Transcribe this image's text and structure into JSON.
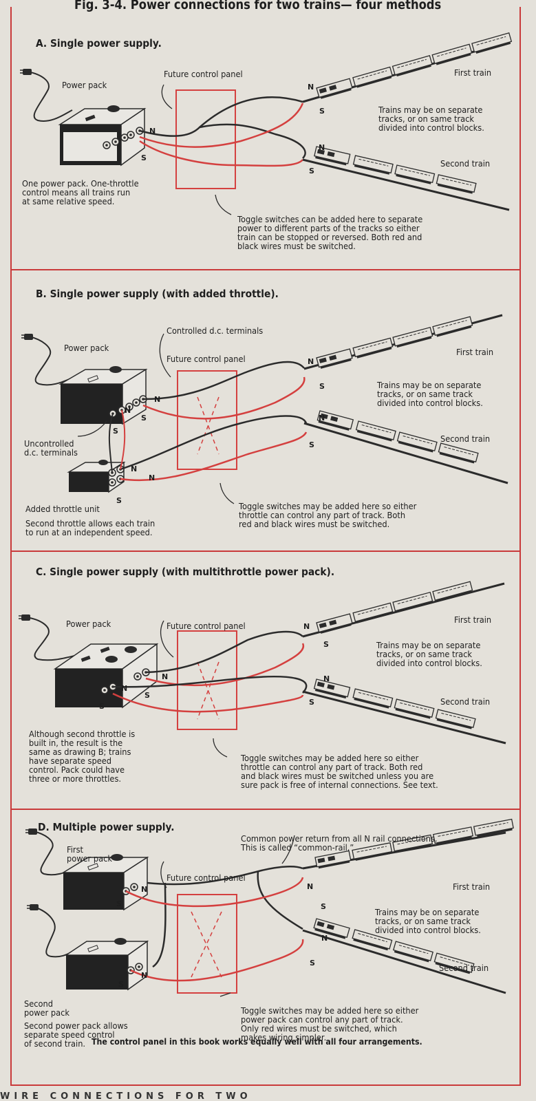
{
  "figure": {
    "title": "Fig. 3-4. Power connections for two trains— four methods",
    "footer": "The control panel in this book works equally well with all four arrangements.",
    "cut_text": "WIRE CONNECTIONS FOR TWO"
  },
  "terminals": {
    "n": "N",
    "s": "S"
  },
  "sections": [
    {
      "title": "A. Single power supply.",
      "power_pack": "Power pack",
      "control_panel": "Future control panel",
      "first_train": "First train",
      "second_train": "Second train",
      "trains_note": "Trains may be on separate\ntracks, or on same track\ndivided into control blocks.",
      "left_note": "One power pack. One-throttle\ncontrol means all trains run\nat same relative speed.",
      "toggle_note": "Toggle switches can be added here to separate\npower to different parts of the tracks so either\ntrain can be stopped or reversed. Both red and\nblack wires must be switched."
    },
    {
      "title": "B. Single power supply (with added throttle).",
      "controlled_terminals": "Controlled d.c. terminals",
      "power_pack": "Power pack",
      "control_panel": "Future control panel",
      "first_train": "First train",
      "second_train": "Second train",
      "trains_note": "Trains may be on separate\ntracks, or on same track\ndivided into control blocks.",
      "uncontrolled_terminals": "Uncontrolled\nd.c. terminals",
      "throttle_unit": "Added throttle unit",
      "left_note": "Second throttle allows each train\nto run at an independent speed.",
      "toggle_note": "Toggle switches may be added here so either\nthrottle can control any part of track. Both\nred and black wires must be switched."
    },
    {
      "title": "C. Single power supply (with multithrottle power pack).",
      "power_pack": "Power pack",
      "control_panel": "Future control panel",
      "first_train": "First train",
      "second_train": "Second train",
      "trains_note": "Trains may be on separate\ntracks, or on same track\ndivided into control blocks.",
      "left_note": "Although second throttle is\nbuilt in, the result is the\nsame as drawing B; trains\nhave separate speed\ncontrol. Pack could have\nthree or more throttles.",
      "toggle_note": "Toggle switches may be added here so either\nthrottle can control any part of track. Both red\nand black wires must be switched unless you are\nsure pack is free of internal connections. See text."
    },
    {
      "title": "D. Multiple power supply.",
      "first_pack": "First\npower pack",
      "second_pack": "Second\npower pack",
      "common_rail": "Common power return from all N rail connections.\nThis is called “common-rail.”",
      "control_panel": "Future control panel",
      "first_train": "First train",
      "second_train": "Second train",
      "trains_note": "Trains may be on separate\ntracks, or on same track\ndivided into control blocks.",
      "left_note": "Second power pack allows\nseparate speed control\nof second train.",
      "toggle_note": "Toggle switches may be added here so either\npower pack can control any part of track.\nOnly red wires must be switched, which\nmakes wiring simpler."
    }
  ],
  "colors": {
    "red_wire": "#d4403f",
    "black_wire": "#2b2b2b",
    "border": "#c93a3a",
    "paper": "#e4e1da"
  },
  "icons": [
    "power-plug-icon",
    "power-pack-icon",
    "throttle-knob-icon",
    "train-icon",
    "track-icon",
    "arrow-icon"
  ]
}
